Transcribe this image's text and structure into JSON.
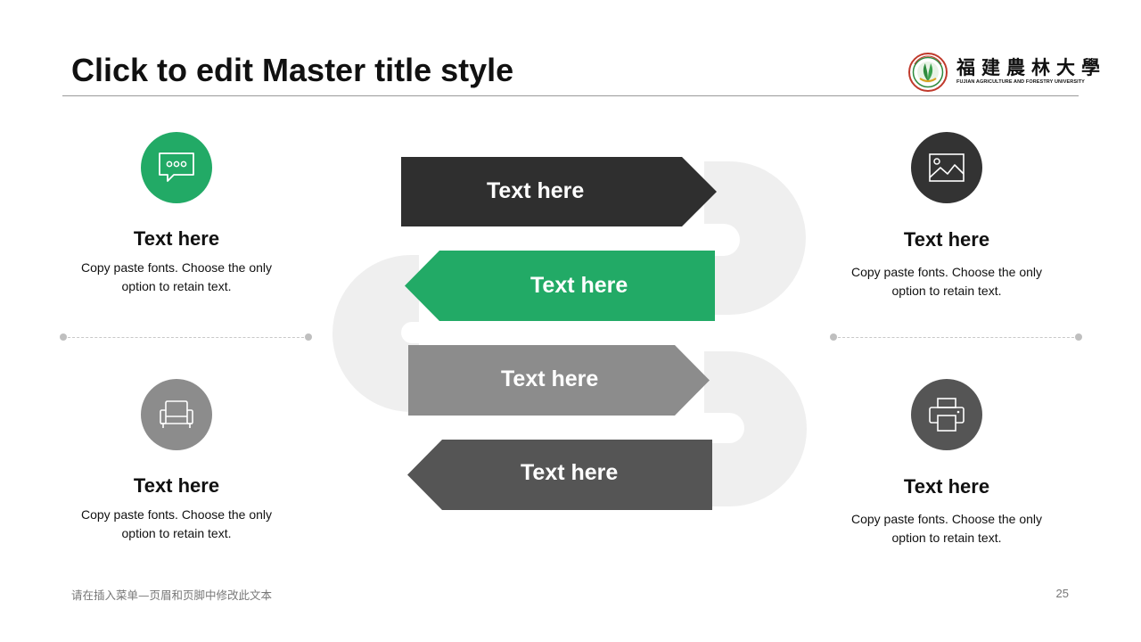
{
  "slide": {
    "title": "Click to edit Master title style",
    "logo": {
      "name_cn": "福建農林大學",
      "name_en": "FUJIAN AGRICULTURE AND FORESTRY UNIVERSITY"
    },
    "footer_text": "请在插入菜单—页眉和页脚中修改此文本",
    "page_number": "25"
  },
  "features": [
    {
      "title": "Text here",
      "desc_line1": "Copy paste fonts. Choose the only",
      "desc_line2": "option to retain text.",
      "icon": "chat-bubble-icon",
      "color": "#22aa66"
    },
    {
      "title": "Text here",
      "desc_line1": "Copy paste fonts. Choose the only",
      "desc_line2": "option to retain text.",
      "icon": "armchair-icon",
      "color": "#8c8c8c"
    },
    {
      "title": "Text here",
      "desc_line1": "Copy paste fonts. Choose the only",
      "desc_line2": "option to retain text.",
      "icon": "image-icon",
      "color": "#333333"
    },
    {
      "title": "Text here",
      "desc_line1": "Copy paste fonts. Choose the only",
      "desc_line2": "option to retain text.",
      "icon": "printer-icon",
      "color": "#555555"
    }
  ],
  "arrows": [
    {
      "label": "Text here",
      "direction": "right",
      "color": "#2f2f2f"
    },
    {
      "label": "Text here",
      "direction": "left",
      "color": "#22aa66"
    },
    {
      "label": "Text here",
      "direction": "right",
      "color": "#8c8c8c"
    },
    {
      "label": "Text here",
      "direction": "left",
      "color": "#555555"
    }
  ],
  "colors": {
    "accent": "#22aa66",
    "background_shape": "#efefef"
  }
}
